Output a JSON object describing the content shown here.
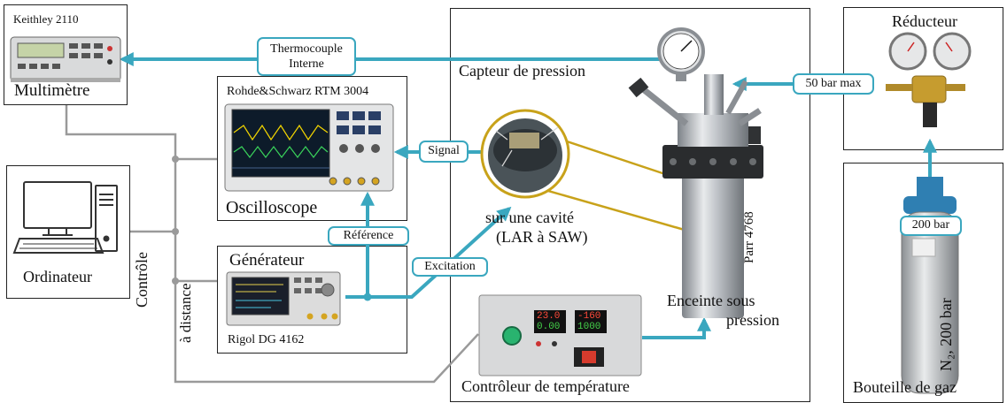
{
  "colors": {
    "cyan": "#3aa7bf",
    "gray_line": "#9a9a9a",
    "gold": "#c8a21a",
    "frame": "#222222"
  },
  "multimeter": {
    "model": "Keithley 2110",
    "name": "Multimètre"
  },
  "oscilloscope": {
    "model": "Rohde&Schwarz RTM 3004",
    "name": "Oscilloscope"
  },
  "computer": {
    "name": "Ordinateur"
  },
  "generator": {
    "name": "Générateur",
    "model": "Rigol DG 4162"
  },
  "remote": {
    "line1": "Contrôle",
    "line2": "à distance"
  },
  "chamber": {
    "sensor_title": "Capteur de pression",
    "sensor_desc_1": "sur une cavité",
    "sensor_desc_2": "(LAR à SAW)",
    "vessel_model": "Parr 4768",
    "vessel_label_1": "Enceinte sous",
    "vessel_label_2": "pression"
  },
  "temp_controller": {
    "name": "Contrôleur de température",
    "display1": "23.0",
    "display2": "0.00",
    "display3": "-160",
    "display4": "1000"
  },
  "reducer": {
    "name": "Réducteur"
  },
  "bottle": {
    "name": "Bouteille de gaz",
    "content": "N₂, 200 bar"
  },
  "connections": {
    "thermocouple_1": "Thermocouple",
    "thermocouple_2": "Interne",
    "signal": "Signal",
    "reference": "Référence",
    "excitation": "Excitation",
    "max_pressure": "50 bar max",
    "bottle_pressure": "200 bar"
  }
}
